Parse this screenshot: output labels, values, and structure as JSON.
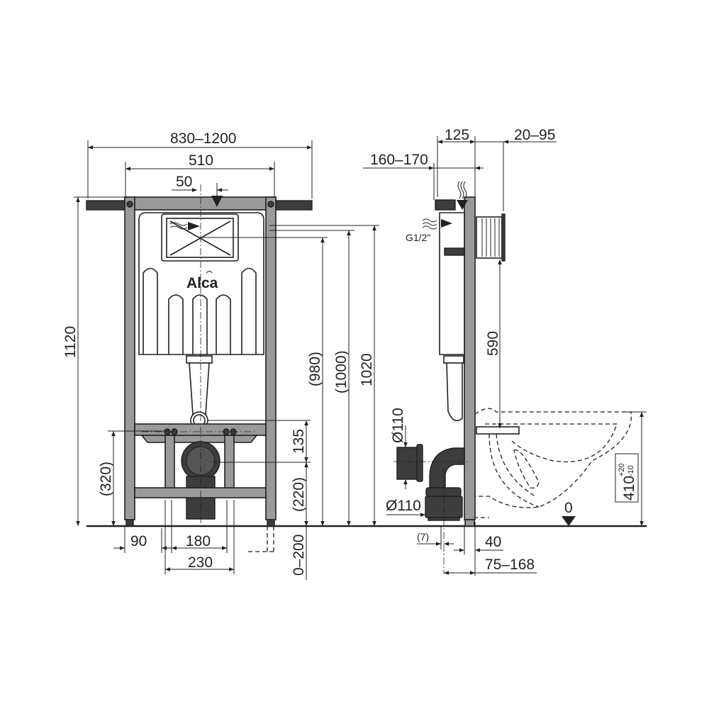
{
  "front_view": {
    "dimensions": {
      "overall_width": "830–1200",
      "frame_width": "510",
      "water_inlet_offset": "50",
      "frame_height": "1120",
      "fixing_height": "(320)",
      "flush_height_980": "(980)",
      "flush_height_1000": "(1000)",
      "flush_height_1020": "1020",
      "outlet_offset": "135",
      "outlet_height": "(220)",
      "floor_adjust": "0–200",
      "leg_width": "90",
      "bolt_spacing": "180",
      "outlet_spacing": "230"
    },
    "logo_text": "Alca"
  },
  "side_view": {
    "dimensions": {
      "depth": "125",
      "bracket_depth": "20–95",
      "wall_gap": "160–170",
      "inlet_thread": "G1/2\"",
      "bolt_height": "590",
      "outlet_diameter_upper": "Ø110",
      "outlet_diameter_lower": "Ø110",
      "offset_7": "(7)",
      "frame_thickness": "40",
      "outlet_distance": "75–168",
      "bowl_height": "410",
      "bowl_tolerance_upper": "+20",
      "bowl_tolerance_lower": "-10",
      "floor_level": "0"
    }
  },
  "colors": {
    "line": "#231f20",
    "frame": "#9a9a9c",
    "pipe": "#3d3d3f"
  }
}
